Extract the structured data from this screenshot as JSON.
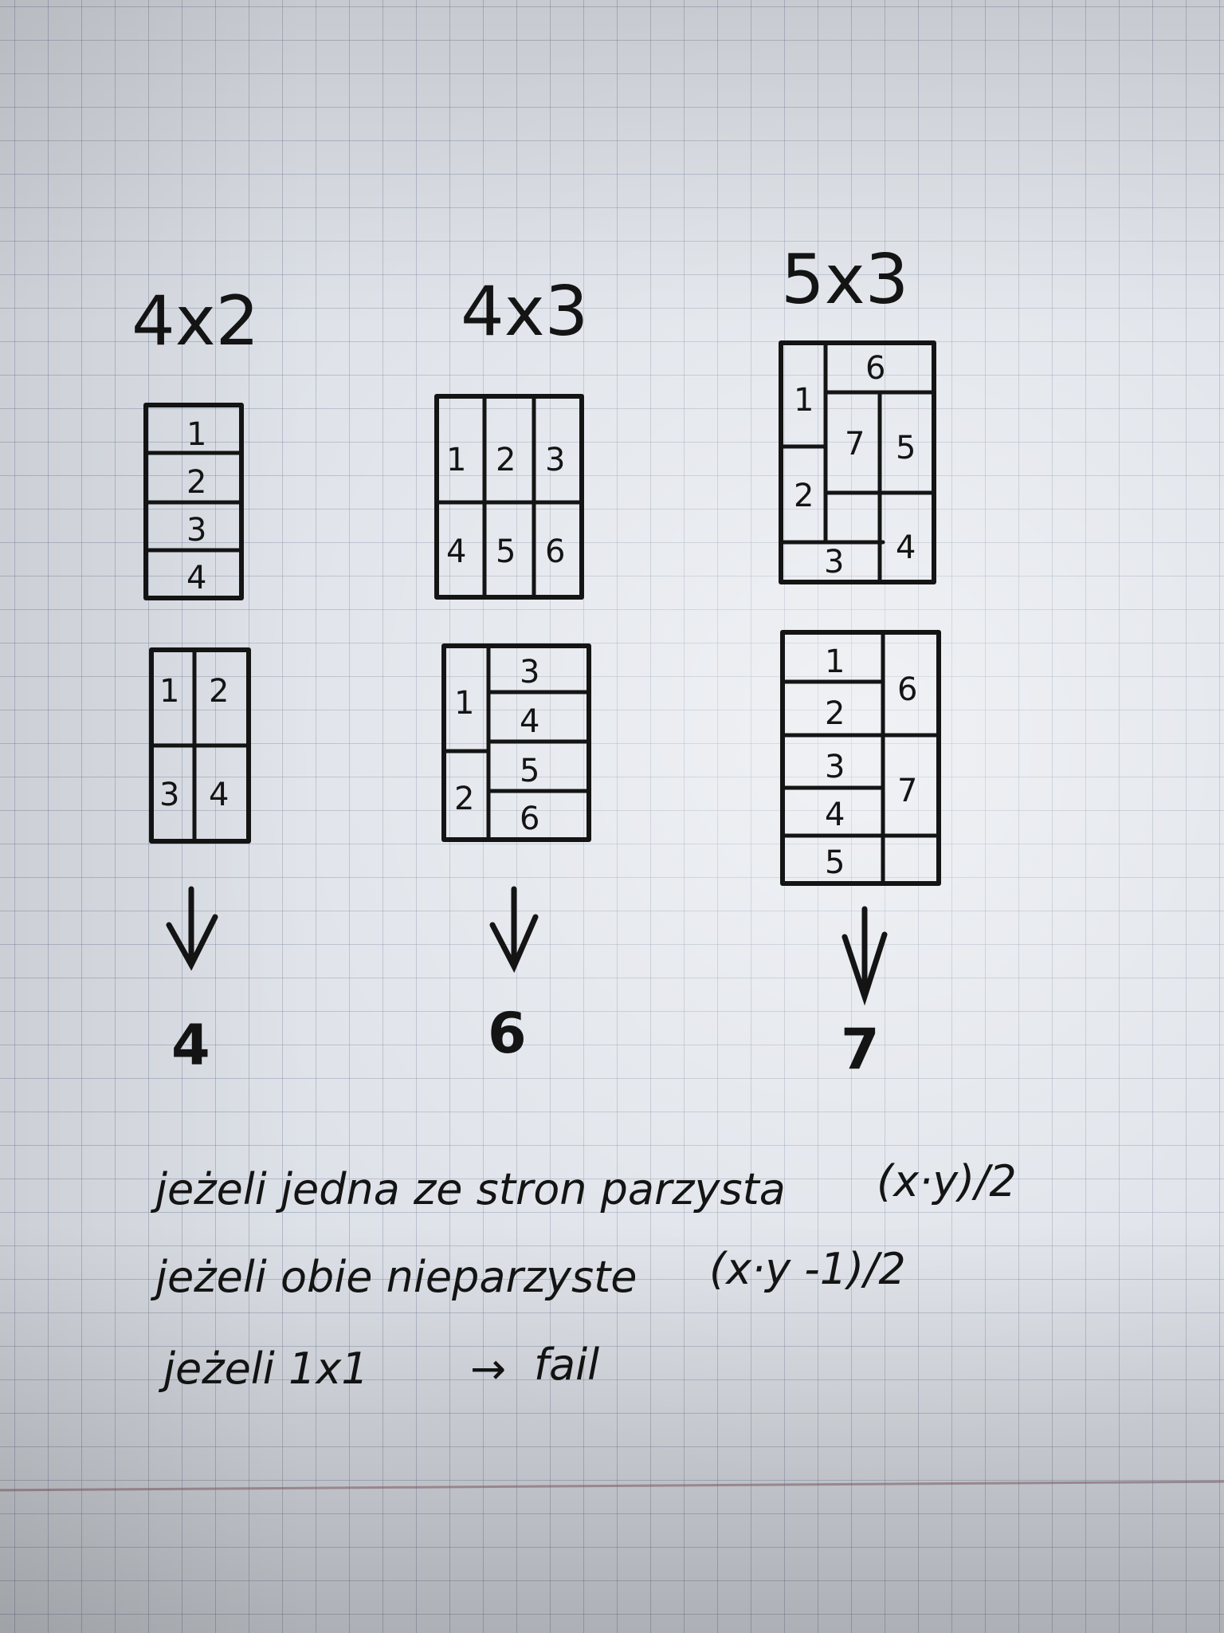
{
  "sketches": [
    {
      "title": "4x2",
      "layout_a": [
        "1",
        "2",
        "3",
        "4"
      ],
      "layout_b": [
        "1",
        "2",
        "3",
        "4"
      ],
      "result": "4"
    },
    {
      "title": "4x3",
      "layout_a": [
        "1",
        "2",
        "3",
        "4",
        "5",
        "6"
      ],
      "layout_b": [
        "1",
        "2",
        "3",
        "4",
        "5",
        "6"
      ],
      "result": "6"
    },
    {
      "title": "5x3",
      "layout_a": [
        "1",
        "2",
        "3",
        "4",
        "5",
        "6",
        "7"
      ],
      "layout_b": [
        "1",
        "2",
        "3",
        "4",
        "5",
        "6",
        "7"
      ],
      "result": "7"
    }
  ],
  "notes": [
    {
      "text": "jeżeli jedna ze stron parzysta",
      "formula": "(x·y)/2"
    },
    {
      "text": "jeżeli obie nieparzyste",
      "formula": "(x·y -1)/2"
    },
    {
      "text": "jeżeli 1x1",
      "arrow": "→",
      "formula": "fail"
    }
  ]
}
